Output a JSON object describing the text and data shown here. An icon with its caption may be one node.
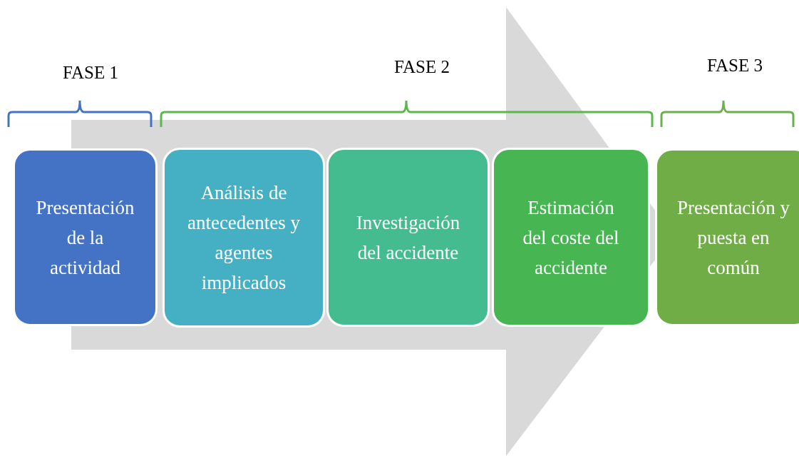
{
  "diagram": {
    "nodes": [
      {
        "text": [
          "Presentación de la actividad"
        ]
      },
      {
        "text": [
          "Análisis de antecedentes y agentes implicados"
        ]
      },
      {
        "text": [
          "Investigación del accidente"
        ]
      },
      {
        "text": [
          "Estimación del coste del accidente"
        ]
      },
      {
        "text": [
          "Presentación y puesta en común"
        ]
      }
    ],
    "edges": [
      {
        "from": 0,
        "to": 4,
        "arrow": "to"
      }
    ],
    "labels": [
      "FASE 1",
      "FASE 2",
      "FASE 3"
    ]
  }
}
